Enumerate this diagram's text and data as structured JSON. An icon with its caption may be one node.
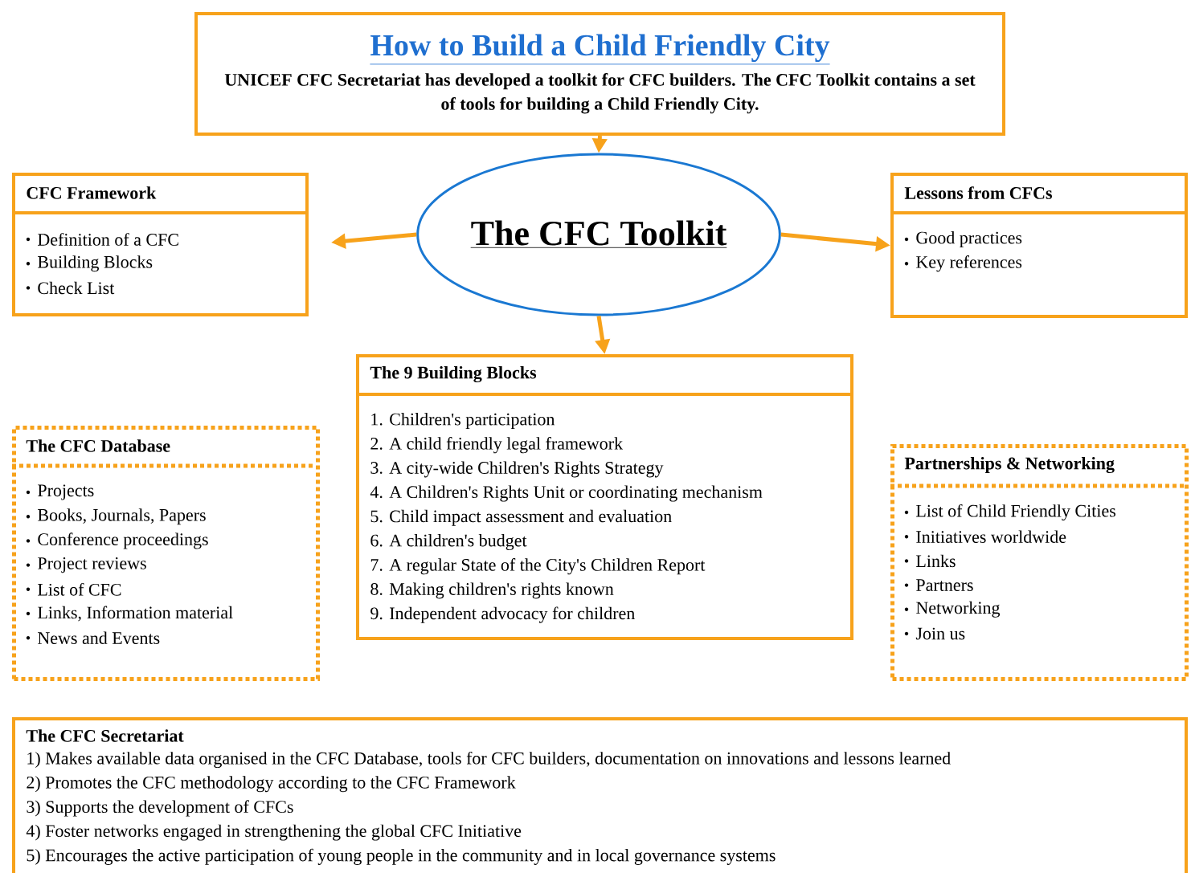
{
  "diagram": {
    "nodes": [
      {
        "text": [
          "How to Build a Child Friendly City",
          "UNICEF CFC Secretariat has developed a toolkit for CFC builders. The CFC Toolkit contains a set of tools for building a Child Friendly City."
        ]
      },
      {
        "text": [
          "The CFC Toolkit"
        ]
      },
      {
        "text": [
          "CFC Framework",
          "Definition of a CFC",
          "Building Blocks",
          "Check List"
        ]
      },
      {
        "text": [
          "Lessons from CFCs",
          "Good practices",
          "Key references"
        ]
      },
      {
        "text": [
          "The 9 Building Blocks",
          "1. Children's participation",
          "2. A child friendly legal framework",
          "3. A city-wide Children's Rights Strategy",
          "4. A Children's Rights Unit or coordinating mechanism",
          "5. Child impact assessment and evaluation",
          "6. A children's budget",
          "7. A regular State of the City's Children Report",
          "8. Making children's rights known",
          "9. Independent advocacy for children"
        ]
      },
      {
        "text": [
          "The CFC Database",
          "Projects",
          "Books, Journals, Papers",
          "Conference proceedings",
          "Project reviews",
          "List of CFC",
          "Links, Information material",
          "News and Events"
        ]
      },
      {
        "text": [
          "Partnerships & Networking",
          "List of Child Friendly Cities",
          "Initiatives worldwide",
          "Links",
          "Partners",
          "Networking",
          "Join us"
        ]
      },
      {
        "text": [
          "The CFC Secretariat",
          "1) Makes available data organised in the CFC Database, tools for CFC builders, documentation on innovations and lessons learned",
          "2) Promotes the CFC methodology according to the CFC Framework",
          "3) Supports the development of CFCs",
          "4) Foster networks engaged in strengthening the global CFC Initiative",
          "5) Encourages the active participation of young people in the community and in local governance systems"
        ]
      }
    ],
    "edges": [
      {
        "from": 0,
        "to": 1,
        "arrow": "to"
      },
      {
        "from": 1,
        "to": 2,
        "arrow": "to"
      },
      {
        "from": 1,
        "to": 3,
        "arrow": "to"
      },
      {
        "from": 1,
        "to": 4,
        "arrow": "to"
      }
    ]
  }
}
